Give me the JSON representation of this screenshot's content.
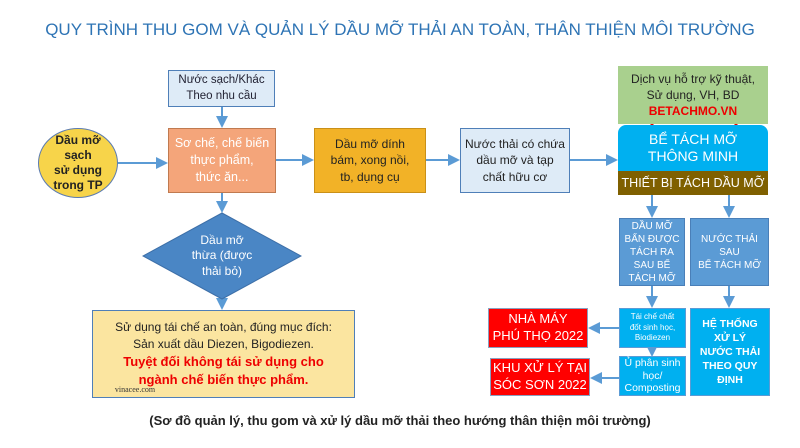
{
  "title": "QUY TRÌNH THU GOM VÀ QUẢN LÝ DẦU MỠ THẢI AN TOÀN, THÂN THIỆN MÔI TRƯỜNG",
  "nodes": {
    "water": [
      "Nước sạch/Khác",
      "Theo nhu cầu"
    ],
    "oil": [
      "Dầu mỡ",
      "sạch",
      "sử dụng",
      "trong TP"
    ],
    "prep": [
      "Sơ chế, chế biến",
      "thực phẩm,",
      "thức ăn..."
    ],
    "stick": [
      "Dầu mỡ dính",
      "bám, xong nồi,",
      "tb, dụng cụ"
    ],
    "waste": [
      "Nước thải có chứa",
      "dầu mỡ và tạp",
      "chất hữu cơ"
    ],
    "service": [
      "Dịch vụ hỗ trợ kỹ thuật,",
      "Sử dụng, VH, BD"
    ],
    "brand": "BETACHMO.VN",
    "tank": [
      "BỂ TÁCH MỠ",
      "THÔNG MINH"
    ],
    "device": "THIẾT BỊ TÁCH DẦU MỠ",
    "diamond": [
      "Dầu mỡ",
      "thừa (được",
      "thải bỏ)"
    ],
    "reuse": [
      "Sử dụng tái chế an toàn, đúng mục đích:",
      "Sản xuất dầu Diezen, Bigodiezen.",
      "Tuyệt đối không tái sử dụng cho",
      "ngành chế biến thực phẩm."
    ],
    "watermark": "vinacee.com",
    "dirty": [
      "DẦU MỠ",
      "BẨN ĐƯỢC",
      "TÁCH RA",
      "SAU BỂ",
      "TÁCH MỠ"
    ],
    "after_water": [
      "NƯỚC THẢI",
      "SAU",
      "BỂ TÁCH MỠ"
    ],
    "recycle": [
      "Tái chế chất",
      "đốt sinh học,",
      "Biodiezen"
    ],
    "compost": [
      "Ủ phân sinh",
      "học/",
      "Composting"
    ],
    "system": [
      "HỆ THỐNG",
      "XỬ LÝ",
      "NƯỚC THẢI",
      "THEO QUY",
      "ĐỊNH"
    ],
    "plant": [
      "NHÀ MÁY",
      "PHÚ THỌ 2022"
    ],
    "site": [
      "KHU XỬ LÝ TẠI",
      "SÓC SƠN 2022"
    ]
  },
  "caption": "(Sơ đồ quản lý, thu gom và xử lý dầu mỡ thải theo hướng thân thiện môi trường)",
  "colors": {
    "title": "#2e74b5",
    "arrow": "#5b9bd5",
    "red": "#ff0000",
    "cyan": "#00b0f0",
    "brown": "#7f6000"
  }
}
